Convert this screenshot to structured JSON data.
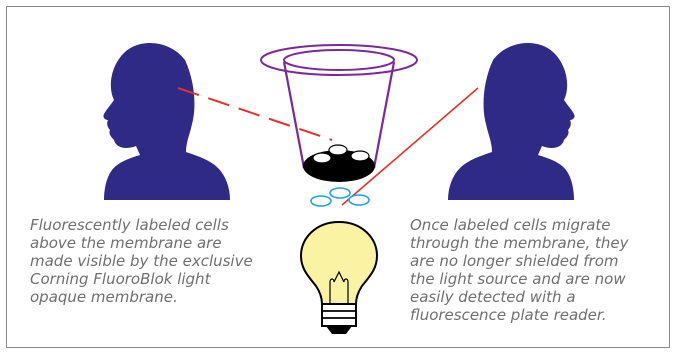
{
  "captions": {
    "left": [
      "Fluorescently labeled cells",
      "above the membrane are",
      "made visible by the exclusive",
      "Corning FluoroBlok light",
      "opaque membrane."
    ],
    "right": [
      "Once labeled cells migrate",
      "through the membrane, they",
      "are no longer shielded from",
      "the light source and are now",
      "easily detected with a",
      "fluorescence plate reader."
    ]
  },
  "colors": {
    "silhouette": "#2e2a86",
    "insert_outline": "#7a2a98",
    "membrane": "#000000",
    "migrated_cells": "#1fa3d8",
    "sight_line": "#e0312b",
    "bulb_glass": "#fbf3a4",
    "caption_text": "#6f6f6f",
    "frame_border": "#8a8a8a"
  },
  "icons": {
    "left_observer": "person-silhouette-icon",
    "right_observer": "person-silhouette-icon",
    "light_source": "lightbulb-icon",
    "cell_culture_insert": "insert-well-icon"
  }
}
